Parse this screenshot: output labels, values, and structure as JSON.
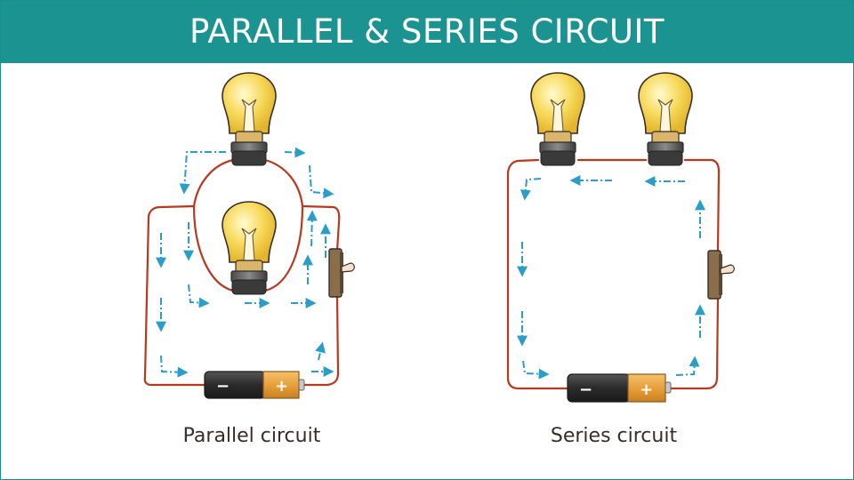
{
  "title": "PARALLEL & SERIES CIRCUIT",
  "parallel": {
    "caption": "Parallel circuit",
    "battery": {
      "minus": "−",
      "plus": "+"
    }
  },
  "series": {
    "caption": "Series circuit",
    "battery": {
      "minus": "−",
      "plus": "+"
    }
  },
  "colors": {
    "header": "#1a9391",
    "wire": "#b8391e",
    "current_arrow": "#2a9dc8",
    "bulb_glass": "#f7d95a",
    "battery_black": "#2e2e2e",
    "battery_orange": "#e8a13c"
  }
}
